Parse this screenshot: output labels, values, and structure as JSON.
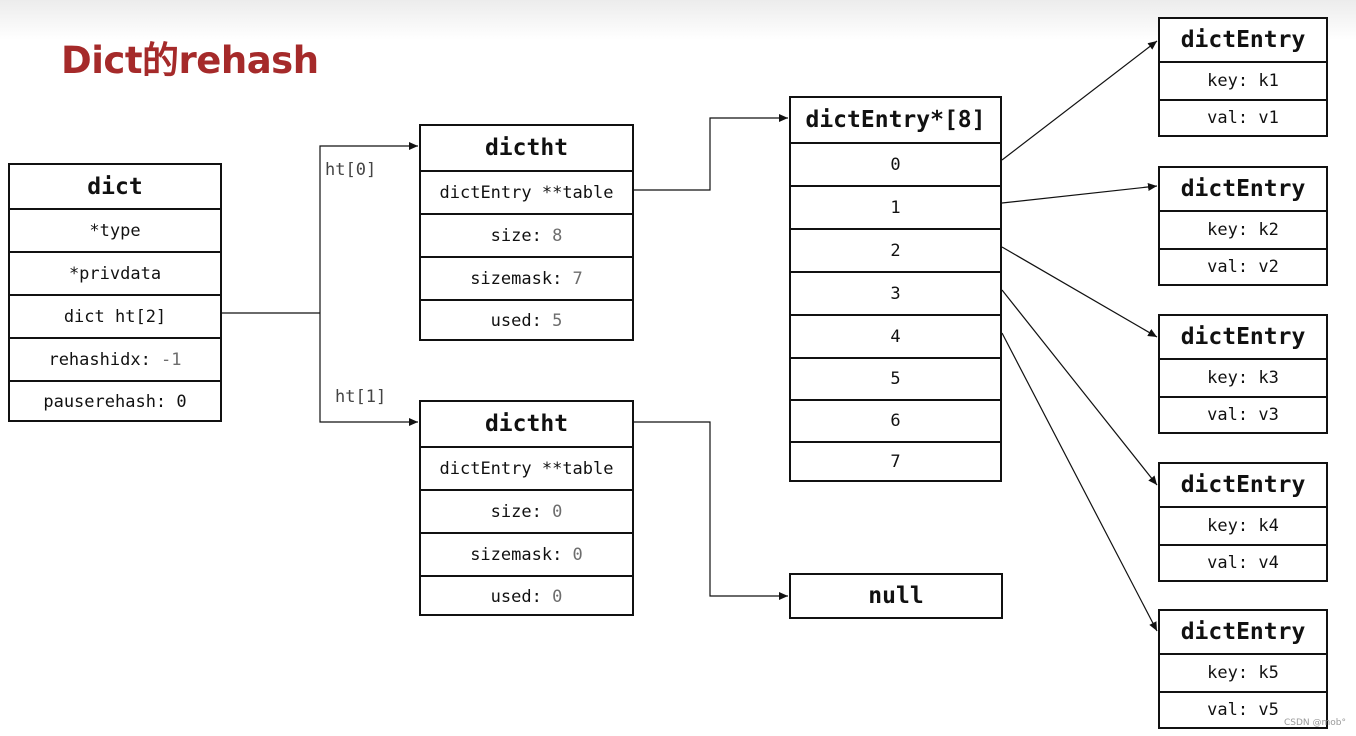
{
  "title": "Dict的rehash",
  "dict": {
    "header": "dict",
    "fields": [
      "*type",
      "*privdata",
      "dict ht[2]",
      "rehashidx: ",
      "pauserehash: 0"
    ],
    "rehashidx_value": "-1"
  },
  "labels": {
    "ht0": "ht[0]",
    "ht1": "ht[1]"
  },
  "dictht0": {
    "header": "dictht",
    "table": "dictEntry **table",
    "size_label": "size: ",
    "size_value": "8",
    "sizemask_label": "sizemask: ",
    "sizemask_value": "7",
    "used_label": "used: ",
    "used_value": "5"
  },
  "dictht1": {
    "header": "dictht",
    "table": "dictEntry **table",
    "size_label": "size: ",
    "size_value": "0",
    "sizemask_label": "sizemask: ",
    "sizemask_value": "0",
    "used_label": "used: ",
    "used_value": "0"
  },
  "array": {
    "header": "dictEntry*[8]",
    "slots": [
      "0",
      "1",
      "2",
      "3",
      "4",
      "5",
      "6",
      "7"
    ]
  },
  "null_label": "null",
  "entries": [
    {
      "header": "dictEntry",
      "key": "key: k1",
      "val": "val: v1"
    },
    {
      "header": "dictEntry",
      "key": "key: k2",
      "val": "val: v2"
    },
    {
      "header": "dictEntry",
      "key": "key: k3",
      "val": "val: v3"
    },
    {
      "header": "dictEntry",
      "key": "key: k4",
      "val": "val: v4"
    },
    {
      "header": "dictEntry",
      "key": "key: k5",
      "val": "val: v5"
    }
  ],
  "watermark": "CSDN @mob°"
}
